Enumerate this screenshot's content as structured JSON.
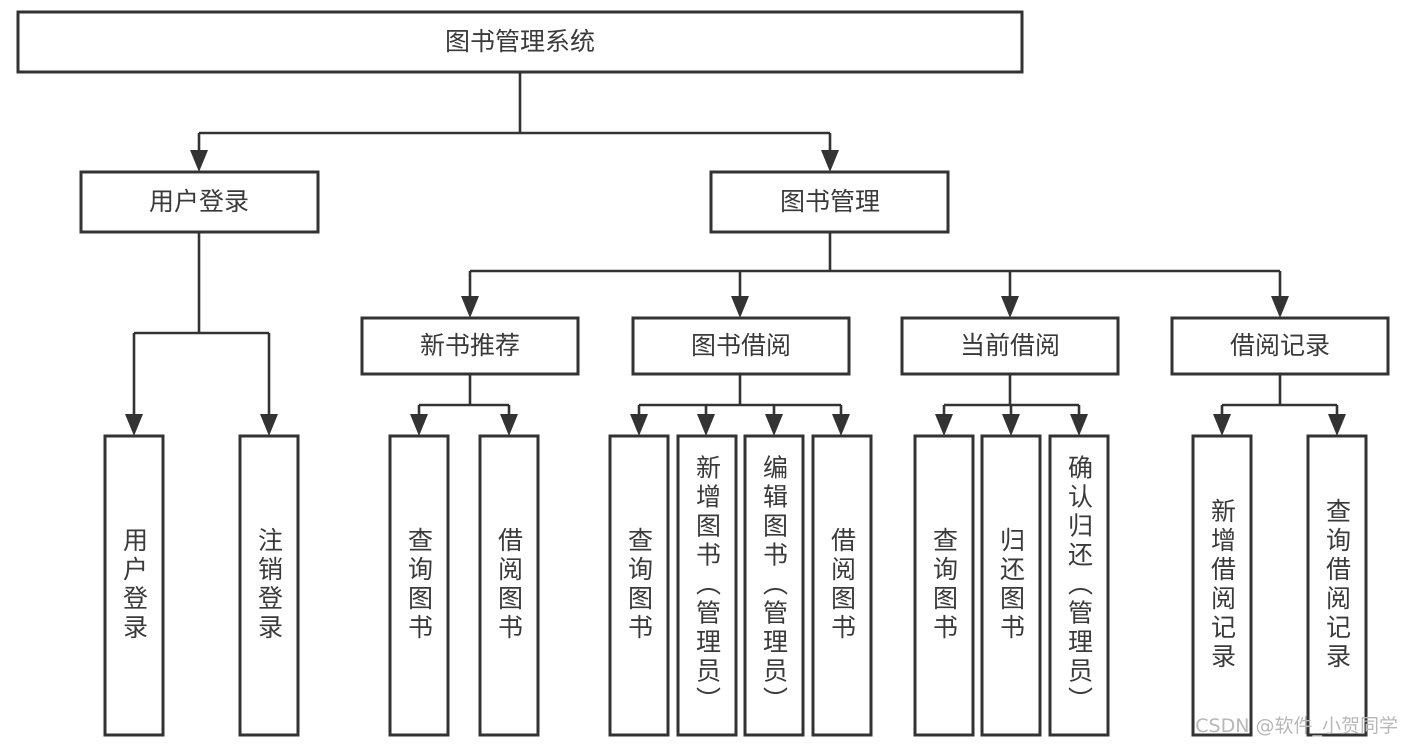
{
  "diagram": {
    "type": "tree-hierarchy-flowchart",
    "title": "图书管理系统",
    "background_color": "#ffffff",
    "box_border_color": "#333333",
    "box_fill_color": "#ffffff",
    "text_color": "#3a3a3a",
    "connector_color": "#333333",
    "levels": 4,
    "root": {
      "id": "root",
      "label": "图书管理系统",
      "orientation": "horizontal"
    },
    "level2": [
      {
        "id": "user-login",
        "label": "用户登录",
        "orientation": "horizontal"
      },
      {
        "id": "book-management",
        "label": "图书管理",
        "orientation": "horizontal"
      }
    ],
    "level3": [
      {
        "id": "new-book-recommend",
        "label": "新书推荐",
        "parent": "book-management",
        "orientation": "horizontal"
      },
      {
        "id": "book-borrow",
        "label": "图书借阅",
        "parent": "book-management",
        "orientation": "horizontal"
      },
      {
        "id": "current-borrow",
        "label": "当前借阅",
        "parent": "book-management",
        "orientation": "horizontal"
      },
      {
        "id": "borrow-record",
        "label": "借阅记录",
        "parent": "book-management",
        "orientation": "horizontal"
      }
    ],
    "leaves": [
      {
        "id": "leaf-user-login",
        "label": "用户登录",
        "parent": "user-login",
        "orientation": "vertical"
      },
      {
        "id": "leaf-logout",
        "label": "注销登录",
        "parent": "user-login",
        "orientation": "vertical"
      },
      {
        "id": "leaf-query-book-1",
        "label": "查询图书",
        "parent": "new-book-recommend",
        "orientation": "vertical"
      },
      {
        "id": "leaf-borrow-book-1",
        "label": "借阅图书",
        "parent": "new-book-recommend",
        "orientation": "vertical"
      },
      {
        "id": "leaf-query-book-2",
        "label": "查询图书",
        "parent": "book-borrow",
        "orientation": "vertical"
      },
      {
        "id": "leaf-add-book",
        "label": "新增图书（管理员）",
        "parent": "book-borrow",
        "orientation": "vertical"
      },
      {
        "id": "leaf-edit-book",
        "label": "编辑图书（管理员）",
        "parent": "book-borrow",
        "orientation": "vertical"
      },
      {
        "id": "leaf-borrow-book-2",
        "label": "借阅图书",
        "parent": "book-borrow",
        "orientation": "vertical"
      },
      {
        "id": "leaf-query-book-3",
        "label": "查询图书",
        "parent": "current-borrow",
        "orientation": "vertical"
      },
      {
        "id": "leaf-return-book",
        "label": "归还图书",
        "parent": "current-borrow",
        "orientation": "vertical"
      },
      {
        "id": "leaf-confirm-return",
        "label": "确认归还（管理员）",
        "parent": "current-borrow",
        "orientation": "vertical"
      },
      {
        "id": "leaf-add-record",
        "label": "新增借阅记录",
        "parent": "borrow-record",
        "orientation": "vertical"
      },
      {
        "id": "leaf-query-record",
        "label": "查询借阅记录",
        "parent": "borrow-record",
        "orientation": "vertical"
      }
    ]
  },
  "watermark": {
    "text": "CSDN @软件_小贺同学"
  }
}
